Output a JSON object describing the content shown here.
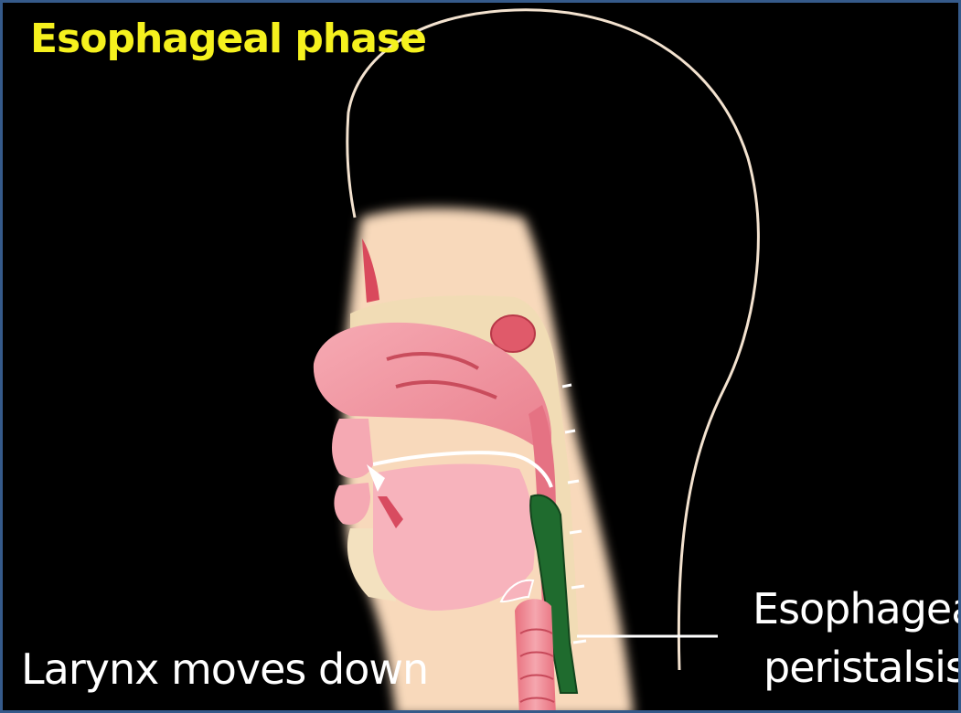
{
  "title": "Esophageal phase",
  "labels": {
    "larynx": "Larynx moves down",
    "esophageal_line1": "Esophageal",
    "esophageal_line2": "peristalsis"
  },
  "colors": {
    "background": "#000000",
    "title": "#f5f11e",
    "caption": "#ffffff",
    "skin": "#f8d9bb",
    "mucosa": "#f2a3ad",
    "bone": "#f0dcb4",
    "bolus": "#1f6b2e"
  }
}
